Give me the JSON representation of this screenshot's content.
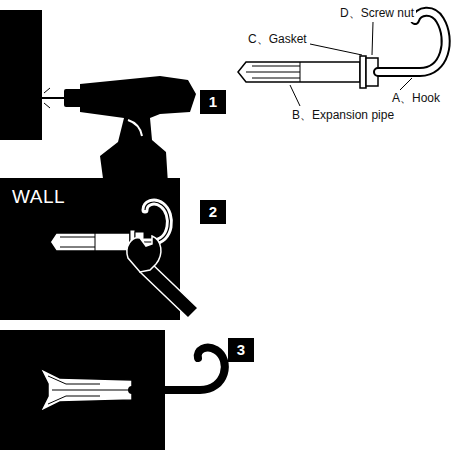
{
  "diagram": {
    "labels": [
      "D、Screw nut",
      "C、Gasket",
      "A、Hook",
      "B、Expansion pipe",
      "1",
      "WALL",
      "2",
      "3"
    ]
  }
}
